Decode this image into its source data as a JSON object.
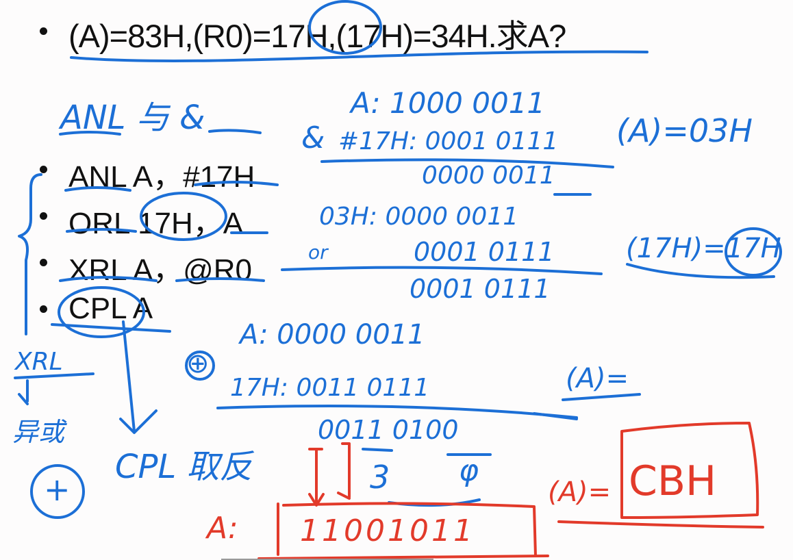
{
  "slide": {
    "question": "(A)=83H,(R0)=17H,(17H)=34H.求A?",
    "instructions": [
      {
        "mnemonic": "ANL",
        "operands": "A，#17H"
      },
      {
        "mnemonic": "ORL",
        "operands": "17H，A"
      },
      {
        "mnemonic": "XRL",
        "operands": "A，@R0"
      },
      {
        "mnemonic": "CPL",
        "operands": "A"
      }
    ]
  },
  "annotations": {
    "anl_note": "ANL 与 &",
    "xrl_note_top": "XRL",
    "xrl_note_bottom": "异或",
    "xor_symbol": "⊕",
    "cpl_note": "CPL 取反",
    "plus_symbol": "+",
    "and_block": {
      "op_symbol": "&",
      "row1": "A: 1000 0011",
      "row2": "#17H: 0001 0111",
      "result": "0000 0011",
      "conclusion": "(A)=03H"
    },
    "or_block": {
      "op_label": "or",
      "row1": "03H: 0000 0011",
      "row2": "0001 0111",
      "result": "0001 0111",
      "conclusion": "(17H)=17H"
    },
    "xor_block": {
      "row1": "A: 0000 0011",
      "row2": "17H: 0011 0111",
      "result": "0011 0100",
      "conclusion": "(A)="
    },
    "cpl_block": {
      "digits_hint_1": "3",
      "digits_hint_2": "φ",
      "label": "A:",
      "result_bits": "11001011",
      "conclusion_label": "(A)=",
      "conclusion_value": "CBH"
    }
  },
  "colors": {
    "ink_blue": "#1c6fd6",
    "ink_red": "#e23a2a",
    "text": "#111111",
    "background": "#fdfcfc"
  }
}
